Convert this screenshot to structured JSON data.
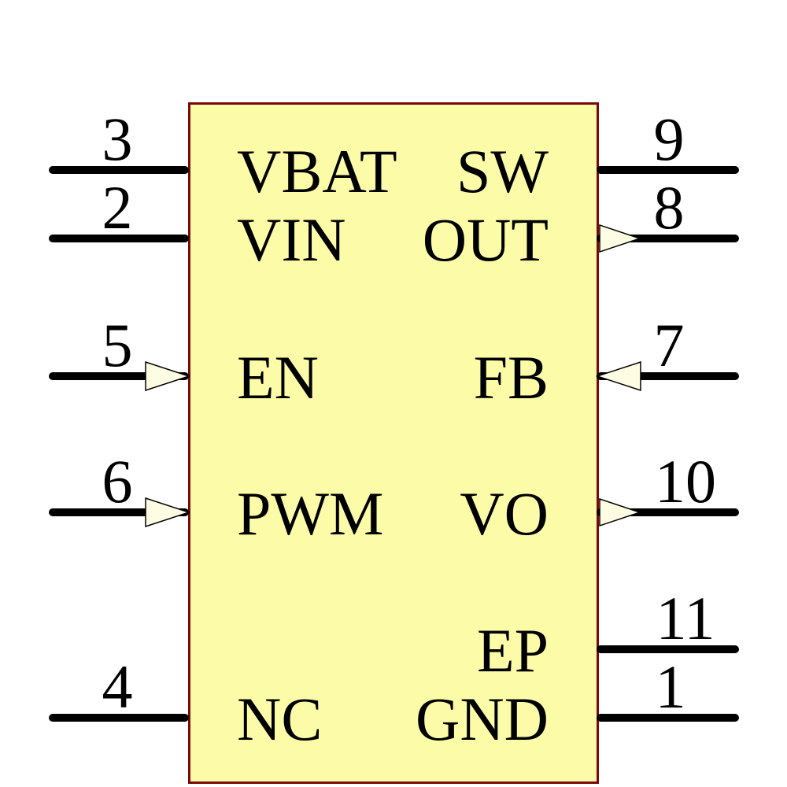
{
  "diagram": {
    "type": "ic-schematic-symbol",
    "colors": {
      "body_fill": "#fcfca8",
      "body_border": "#7c0909",
      "pin_line": "#000000",
      "arrow_fill": "#fffce4",
      "arrow_stroke": "#000000",
      "text": "#000000"
    },
    "pins": {
      "left": [
        {
          "number": "3",
          "label": "VBAT",
          "arrow": "none"
        },
        {
          "number": "2",
          "label": "VIN",
          "arrow": "none"
        },
        {
          "number": "5",
          "label": "EN",
          "arrow": "input"
        },
        {
          "number": "6",
          "label": "PWM",
          "arrow": "input"
        },
        {
          "number": "4",
          "label": "NC",
          "arrow": "none"
        }
      ],
      "right": [
        {
          "number": "9",
          "label": "SW",
          "arrow": "none"
        },
        {
          "number": "8",
          "label": "OUT",
          "arrow": "output"
        },
        {
          "number": "7",
          "label": "FB",
          "arrow": "input"
        },
        {
          "number": "10",
          "label": "VO",
          "arrow": "output"
        },
        {
          "number": "11",
          "label": "EP",
          "arrow": "none"
        },
        {
          "number": "1",
          "label": "GND",
          "arrow": "none"
        }
      ]
    }
  }
}
